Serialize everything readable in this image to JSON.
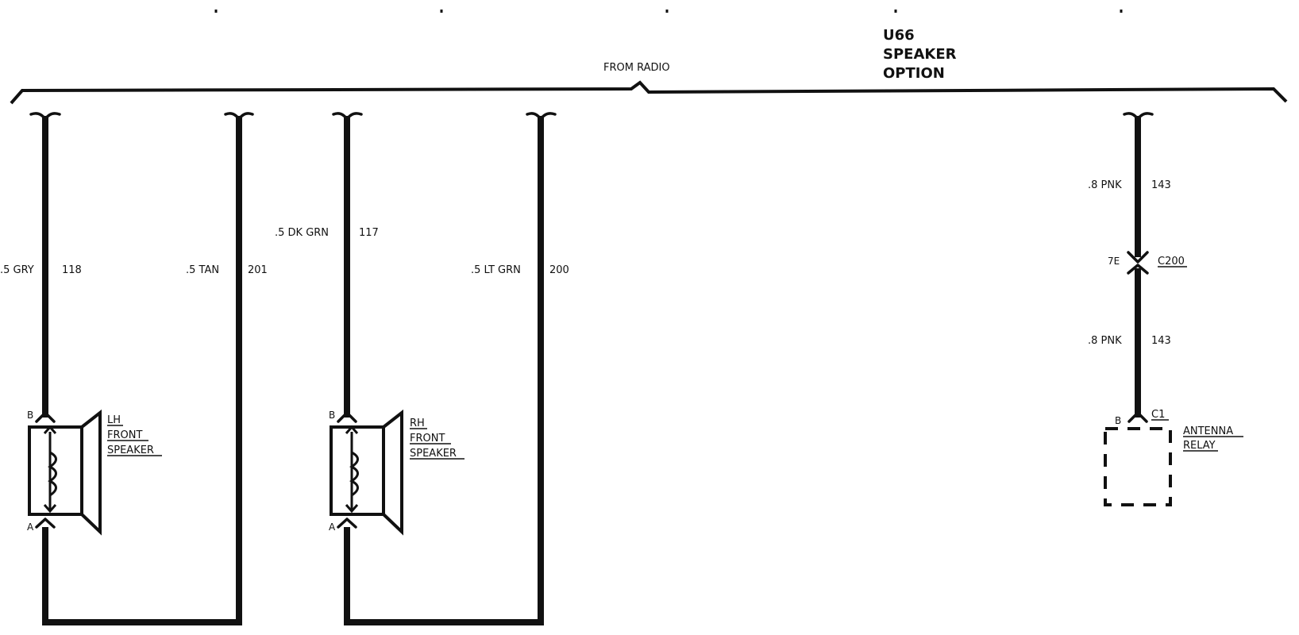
{
  "header": {
    "option_code": "U66",
    "option_line1": "SPEAKER",
    "option_line2": "OPTION",
    "from_label": "FROM RADIO"
  },
  "wires": {
    "lh_b": {
      "gauge_color": ".5 GRY",
      "circuit": "118"
    },
    "lh_a": {
      "gauge_color": ".5 TAN",
      "circuit": "201"
    },
    "rh_b": {
      "gauge_color": ".5 DK GRN",
      "circuit": "117"
    },
    "rh_a": {
      "gauge_color": ".5 LT GRN",
      "circuit": "200"
    },
    "ant_upper": {
      "gauge_color": ".8 PNK",
      "circuit": "143"
    },
    "ant_lower": {
      "gauge_color": ".8 PNK",
      "circuit": "143"
    }
  },
  "connectors": {
    "c200_pin": "7E",
    "c200_name": "C200",
    "relay_pin": "B",
    "relay_conn": "C1"
  },
  "components": {
    "lh_speaker": {
      "line1": "LH",
      "line2": "FRONT",
      "line3": "SPEAKER",
      "pin_b": "B",
      "pin_a": "A"
    },
    "rh_speaker": {
      "line1": "RH",
      "line2": "FRONT",
      "line3": "SPEAKER",
      "pin_b": "B",
      "pin_a": "A"
    },
    "antenna_relay": {
      "line1": "ANTENNA",
      "line2": "RELAY"
    }
  }
}
